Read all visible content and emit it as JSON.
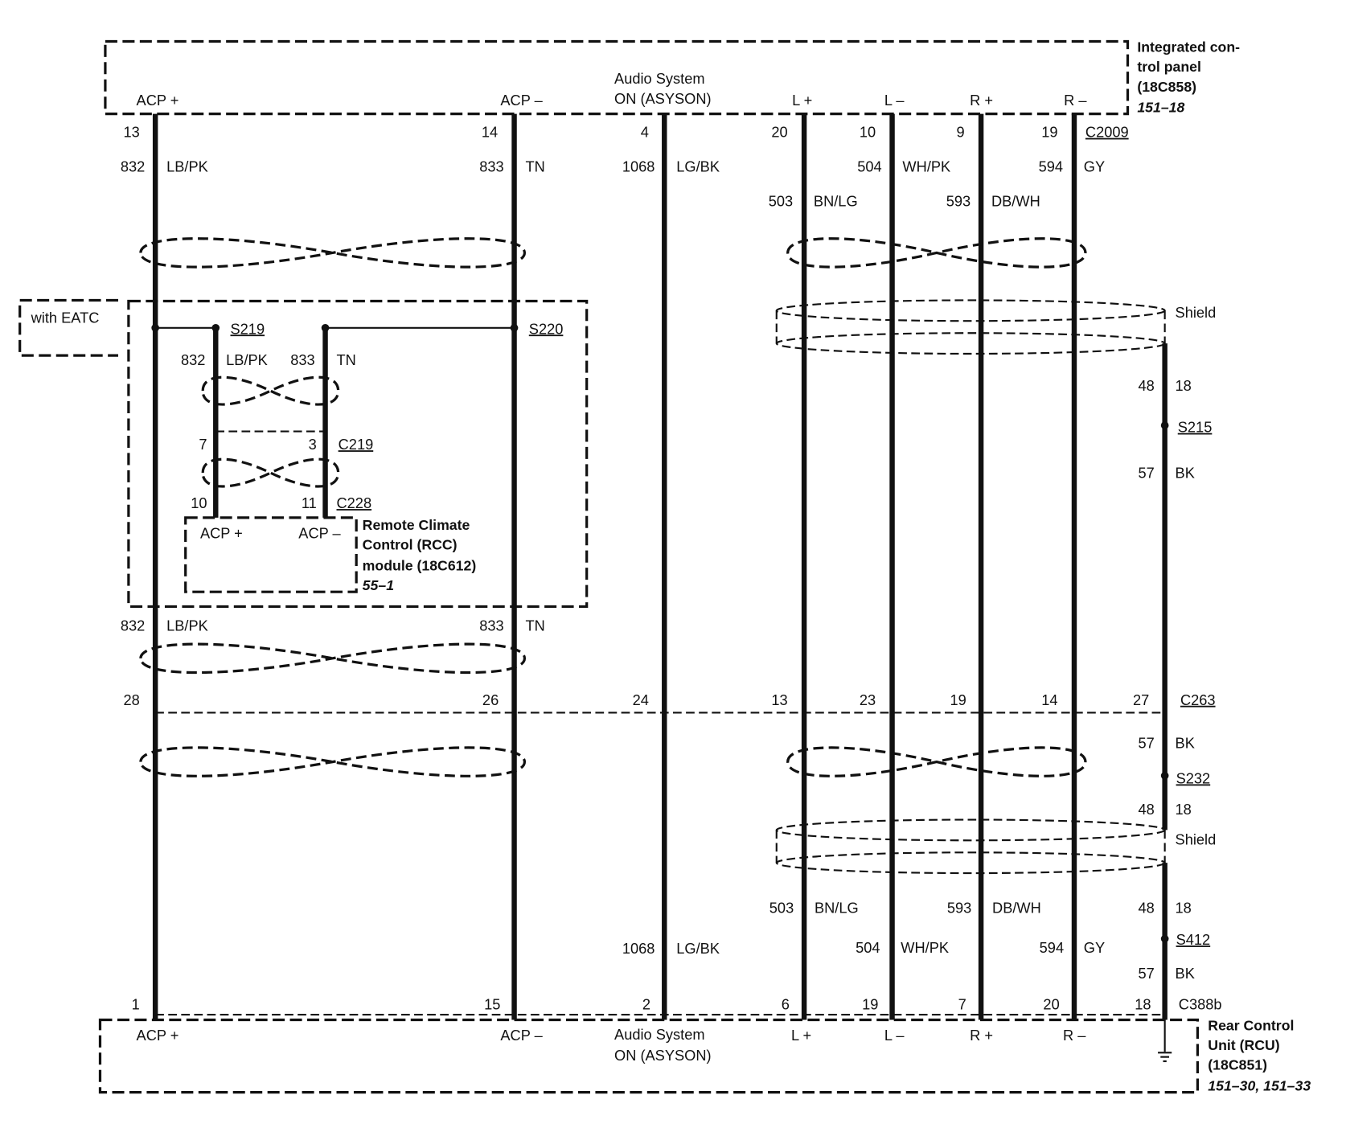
{
  "top_module": {
    "title_lines": [
      "Integrated con-",
      "trol panel",
      "(18C858)"
    ],
    "page_ref": "151–18",
    "pins": {
      "acp_plus": "ACP +",
      "acp_minus": "ACP –",
      "asyson_line1": "Audio System",
      "asyson_line2": "ON (ASYSON)",
      "l_plus": "L +",
      "l_minus": "L –",
      "r_plus": "R +",
      "r_minus": "R –"
    }
  },
  "connector_c2009": {
    "name": "C2009",
    "pins": [
      "13",
      "14",
      "4",
      "20",
      "10",
      "9",
      "19"
    ]
  },
  "upper_circuits": {
    "acp_plus": {
      "circuit": "832",
      "color": "LB/PK"
    },
    "acp_minus": {
      "circuit": "833",
      "color": "TN"
    },
    "asyson": {
      "circuit": "1068",
      "color": "LG/BK"
    },
    "l_plus": {
      "circuit": "503",
      "color": "BN/LG"
    },
    "l_minus": {
      "circuit": "504",
      "color": "WH/PK"
    },
    "r_plus": {
      "circuit": "593",
      "color": "DB/WH"
    },
    "r_minus": {
      "circuit": "594",
      "color": "GY"
    }
  },
  "upper_shield": {
    "label": "Shield",
    "drain_circuit": "48",
    "drain_gauge": "18",
    "splice": "S215",
    "ground_circuit": "57",
    "ground_color": "BK"
  },
  "eatc_option": {
    "label": "with EATC",
    "splice_acp_plus": "S219",
    "splice_acp_minus": "S220",
    "branch_acp_plus": {
      "circuit": "832",
      "color": "LB/PK"
    },
    "branch_acp_minus": {
      "circuit": "833",
      "color": "TN"
    },
    "connector_c219": {
      "name": "C219",
      "pins": [
        "7",
        "3"
      ]
    },
    "connector_c228": {
      "name": "C228",
      "pins": [
        "10",
        "11"
      ]
    },
    "rcc_module": {
      "pins": [
        "ACP +",
        "ACP –"
      ],
      "title_lines": [
        "Remote Climate",
        "Control (RCC)",
        "module (18C612)"
      ],
      "page_ref": "55–1"
    }
  },
  "mid_circuits": {
    "acp_plus": {
      "circuit": "832",
      "color": "LB/PK"
    },
    "acp_minus": {
      "circuit": "833",
      "color": "TN"
    }
  },
  "connector_c263": {
    "name": "C263",
    "pins": [
      "28",
      "26",
      "24",
      "13",
      "23",
      "19",
      "14",
      "27"
    ]
  },
  "lower_drain": {
    "circuit": "57",
    "color": "BK",
    "splice": "S232",
    "shield_circuit": "48",
    "shield_gauge": "18"
  },
  "lower_shield": {
    "label": "Shield",
    "drain_circuit": "48",
    "drain_gauge": "18",
    "splice": "S412",
    "ground_circuit": "57",
    "ground_color": "BK"
  },
  "lower_circuits": {
    "asyson": {
      "circuit": "1068",
      "color": "LG/BK"
    },
    "l_plus": {
      "circuit": "503",
      "color": "BN/LG"
    },
    "l_minus": {
      "circuit": "504",
      "color": "WH/PK"
    },
    "r_plus": {
      "circuit": "593",
      "color": "DB/WH"
    },
    "r_minus": {
      "circuit": "594",
      "color": "GY"
    }
  },
  "connector_c388b": {
    "name": "C388b",
    "pins": [
      "1",
      "15",
      "2",
      "6",
      "19",
      "7",
      "20",
      "18"
    ]
  },
  "bottom_module": {
    "title_lines": [
      "Rear Control",
      "Unit (RCU)",
      "(18C851)"
    ],
    "page_ref": "151–30, 151–33",
    "pins": {
      "acp_plus": "ACP +",
      "acp_minus": "ACP –",
      "asyson_line1": "Audio System",
      "asyson_line2": "ON (ASYSON)",
      "l_plus": "L +",
      "l_minus": "L –",
      "r_plus": "R +",
      "r_minus": "R –"
    }
  }
}
